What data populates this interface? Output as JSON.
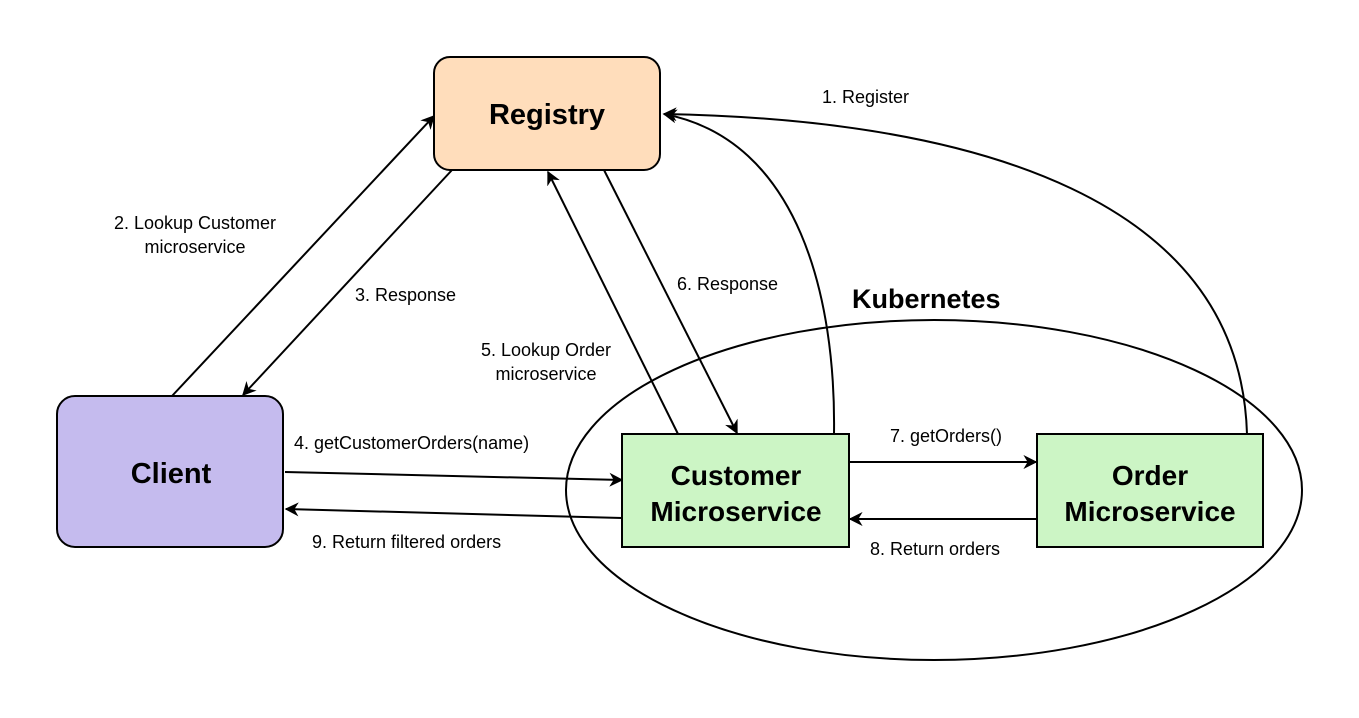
{
  "diagram": {
    "region": {
      "label": "Kubernetes"
    },
    "nodes": {
      "registry": {
        "label": "Registry",
        "fill": "#FFDDBB"
      },
      "client": {
        "label": "Client",
        "fill": "#C5BBEE"
      },
      "customer": {
        "line1": "Customer",
        "line2": "Microservice",
        "fill": "#CCF5C5"
      },
      "order": {
        "line1": "Order",
        "line2": "Microservice",
        "fill": "#CCF5C5"
      }
    },
    "edges": {
      "e1": {
        "label": "1. Register"
      },
      "e2": {
        "line1": "2. Lookup Customer",
        "line2": "microservice"
      },
      "e3": {
        "label": "3. Response"
      },
      "e4": {
        "label": "4. getCustomerOrders(name)"
      },
      "e5": {
        "line1": "5. Lookup Order",
        "line2": "microservice"
      },
      "e6": {
        "label": "6. Response"
      },
      "e7": {
        "label": "7. getOrders()"
      },
      "e8": {
        "label": "8. Return orders"
      },
      "e9": {
        "label": "9. Return filtered orders"
      }
    }
  }
}
